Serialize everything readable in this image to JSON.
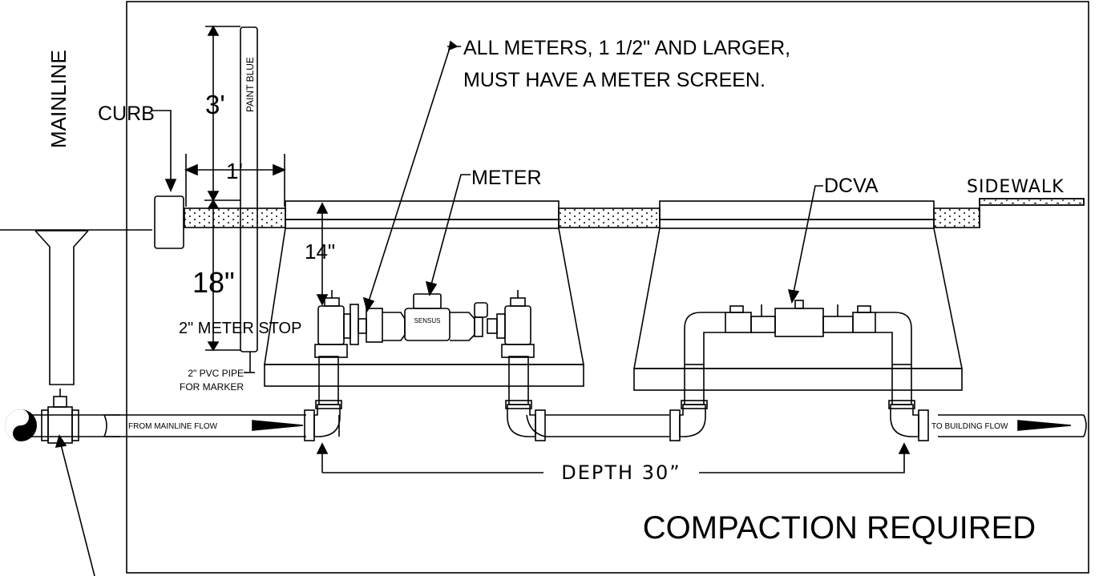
{
  "labels": {
    "mainline": "MAINLINE",
    "curb": "CURB",
    "dim_3ft": "3'",
    "dim_1ft": "1'",
    "paint_blue": "PAINT BLUE",
    "dim_18in": "18\"",
    "dim_14in": "14\"",
    "meter_stop": "2\" METER STOP",
    "pvc_pipe_line1": "2\" PVC PIPE",
    "pvc_pipe_line2": "FOR MARKER",
    "screen_note_line1": "ALL METERS, 1 1/2\" AND LARGER,",
    "screen_note_line2": "MUST HAVE A  METER SCREEN.",
    "meter": "METER",
    "dcva": "DCVA",
    "sidewalk": "SIDEWALK",
    "sensus": "SENSUS",
    "from_mainline": "FROM MAINLINE  FLOW",
    "to_building": "TO BUILDING  FLOW",
    "depth": "DEPTH 30”",
    "compaction": "COMPACTION REQUIRED"
  },
  "colors": {
    "line": "#000000",
    "background": "#ffffff"
  }
}
